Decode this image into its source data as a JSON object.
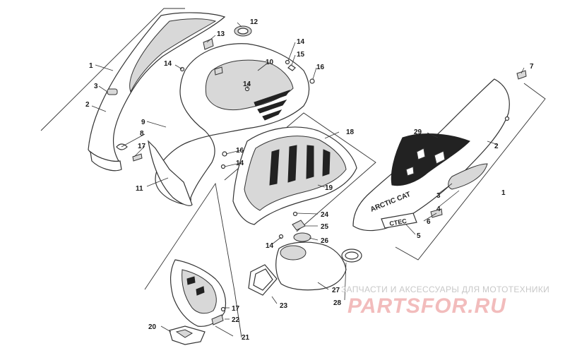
{
  "callouts": [
    {
      "id": "c1a",
      "label": "1"
    },
    {
      "id": "c1b",
      "label": "1"
    },
    {
      "id": "c2a",
      "label": "2"
    },
    {
      "id": "c2b",
      "label": "2"
    },
    {
      "id": "c3a",
      "label": "3"
    },
    {
      "id": "c3b",
      "label": "3"
    },
    {
      "id": "c4",
      "label": "4"
    },
    {
      "id": "c5",
      "label": "5"
    },
    {
      "id": "c6",
      "label": "6"
    },
    {
      "id": "c7",
      "label": "7"
    },
    {
      "id": "c8",
      "label": "8"
    },
    {
      "id": "c9",
      "label": "9"
    },
    {
      "id": "c10",
      "label": "10"
    },
    {
      "id": "c11",
      "label": "11"
    },
    {
      "id": "c12",
      "label": "12"
    },
    {
      "id": "c13",
      "label": "13"
    },
    {
      "id": "c14a",
      "label": "14"
    },
    {
      "id": "c14b",
      "label": "14"
    },
    {
      "id": "c14c",
      "label": "14"
    },
    {
      "id": "c14d",
      "label": "14"
    },
    {
      "id": "c14e",
      "label": "14"
    },
    {
      "id": "c15",
      "label": "15"
    },
    {
      "id": "c16a",
      "label": "16"
    },
    {
      "id": "c16b",
      "label": "16"
    },
    {
      "id": "c17a",
      "label": "17"
    },
    {
      "id": "c17b",
      "label": "17"
    },
    {
      "id": "c18",
      "label": "18"
    },
    {
      "id": "c19",
      "label": "19"
    },
    {
      "id": "c20",
      "label": "20"
    },
    {
      "id": "c21",
      "label": "21"
    },
    {
      "id": "c22",
      "label": "22"
    },
    {
      "id": "c23",
      "label": "23"
    },
    {
      "id": "c24",
      "label": "24"
    },
    {
      "id": "c25",
      "label": "25"
    },
    {
      "id": "c26",
      "label": "26"
    },
    {
      "id": "c27",
      "label": "27"
    },
    {
      "id": "c28",
      "label": "28"
    },
    {
      "id": "c29",
      "label": "29"
    }
  ],
  "decals": {
    "brand": "ARCTIC CAT",
    "model": "CTEC"
  },
  "watermark": {
    "tagline": "ЗАПЧАСТИ И АКСЕССУАРЫ ДЛЯ МОТОТЕХНИКИ",
    "logo": "PARTSFOR.RU"
  },
  "colors": {
    "line": "#333333",
    "watermark_text": "#c8c8c8",
    "watermark_logo": "#f2bcbc"
  }
}
